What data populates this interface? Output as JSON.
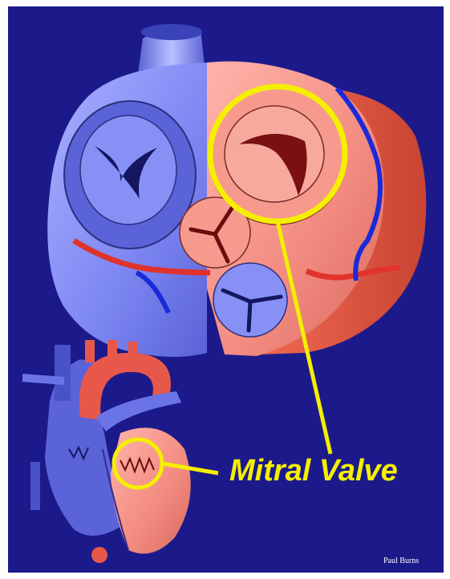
{
  "diagram": {
    "label": "Mitral Valve",
    "credit": "Paul Burns",
    "colors": {
      "background": "#1c1a8a",
      "border": "#ffffff",
      "highlight": "#f5ef00",
      "right_heart": "#7b85f0",
      "left_heart": "#f08a80",
      "artery": "#e0332c",
      "vein": "#1a2ad8"
    },
    "icons": [
      "heart-base-illustration",
      "whole-heart-illustration",
      "highlight-circle"
    ]
  }
}
